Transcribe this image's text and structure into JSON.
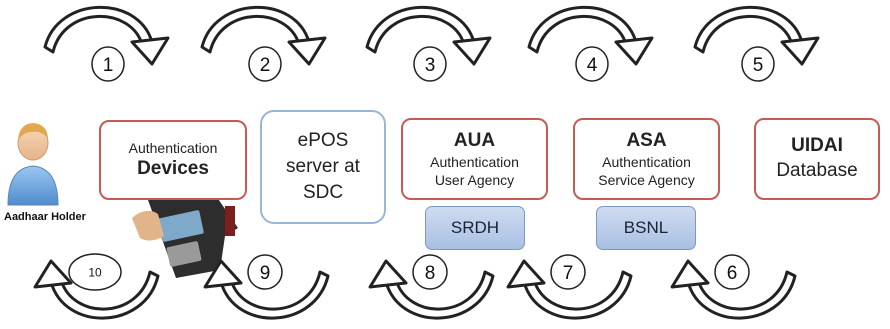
{
  "steps_top": [
    "1",
    "2",
    "3",
    "4",
    "5"
  ],
  "steps_bottom": [
    "10",
    "9",
    "8",
    "7",
    "6"
  ],
  "aadhaar_holder": {
    "label": "Aadhaar Holder"
  },
  "nodes": {
    "devices": {
      "line1": "Authentication",
      "line2": "Devices"
    },
    "epos": {
      "line1": "ePOS",
      "line2": "server at",
      "line3": "SDC"
    },
    "aua": {
      "title": "AUA",
      "line1": "Authentication",
      "line2": "User Agency"
    },
    "asa": {
      "title": "ASA",
      "line1": "Authentication",
      "line2": "Service Agency"
    },
    "uidai": {
      "title": "UIDAI",
      "line1": "Database"
    }
  },
  "sub_nodes": {
    "srdh": "SRDH",
    "bsnl": "BSNL"
  },
  "colors": {
    "red_border": "#c85a55",
    "blue_border": "#9bb5d8",
    "pill_fill": "#b8cbe9",
    "arrow_stroke": "#222222"
  },
  "icons": [
    "person-icon",
    "handheld-device-icon",
    "curved-arrow-icon"
  ]
}
